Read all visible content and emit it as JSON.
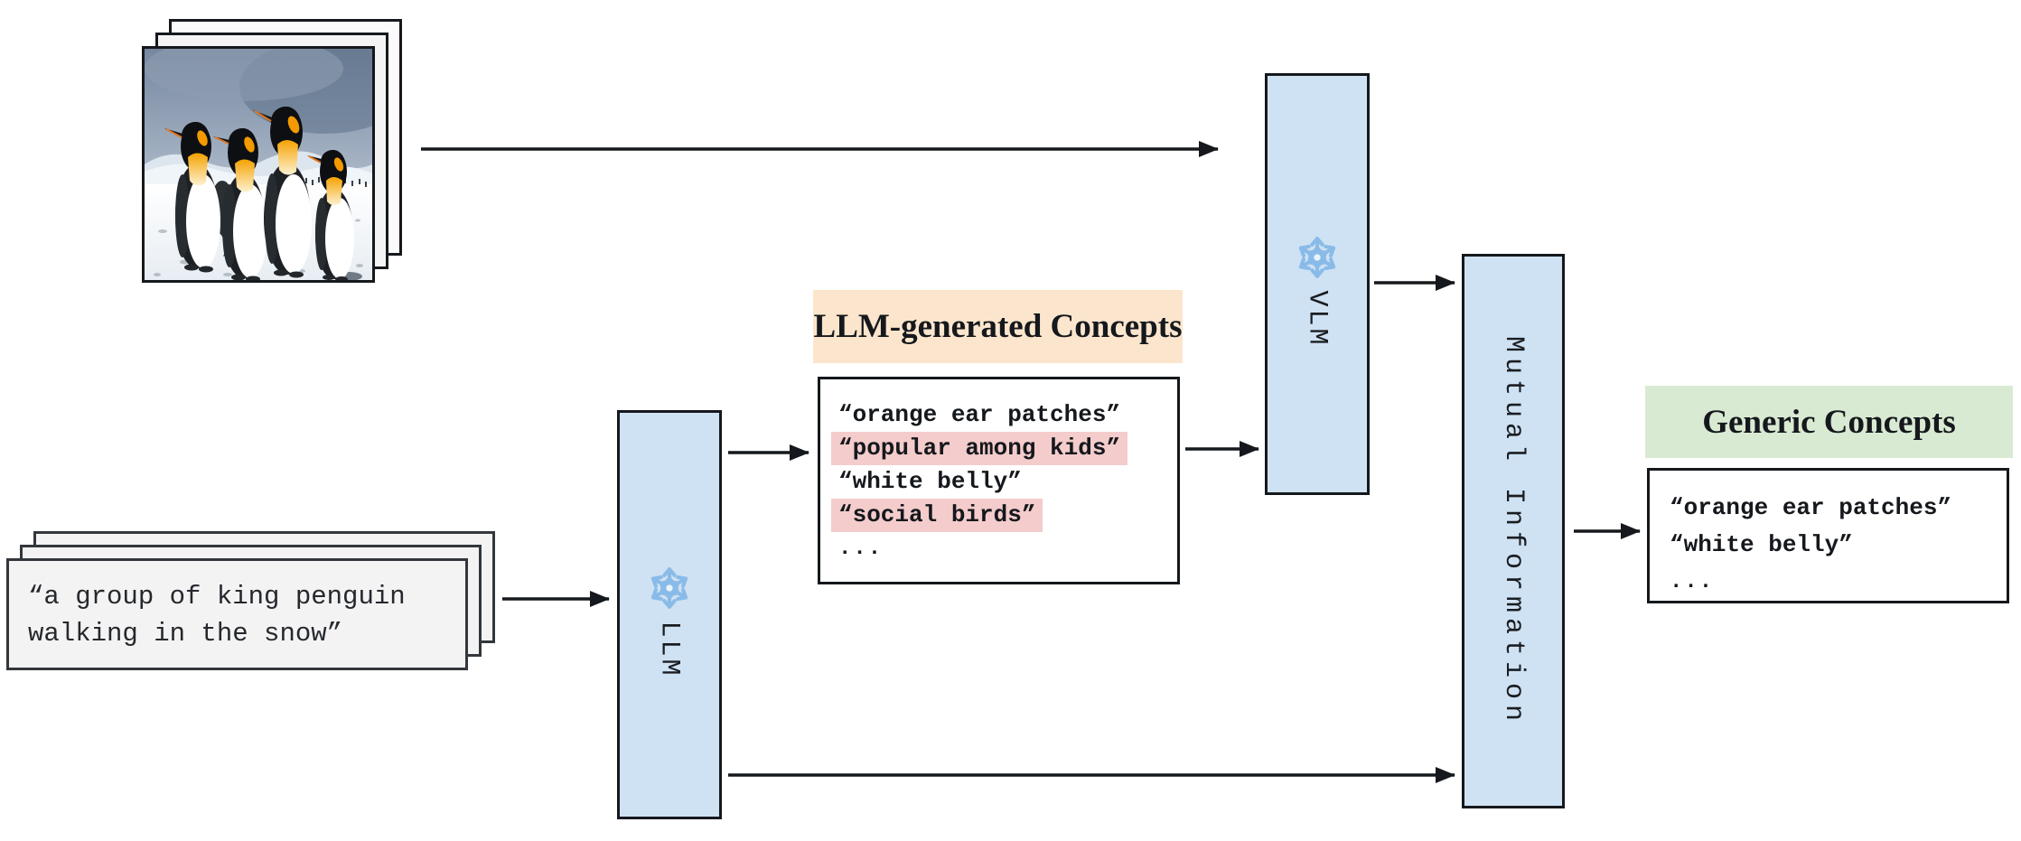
{
  "figure": {
    "image_stack": {
      "alt": "four king penguins walking in snow",
      "sheet_count": 3
    },
    "caption_stack": {
      "lines": [
        "“a group of king penguin",
        "walking in the snow”"
      ],
      "sheet_count": 3
    },
    "llm_box": {
      "label": "LLM",
      "icon": "snowflake (frozen model)"
    },
    "vlm_box": {
      "label": "VLM",
      "icon": "snowflake (frozen model)"
    },
    "mi_box": {
      "label": "Mutual Information"
    },
    "llm_concepts": {
      "title": "LLM-generated Concepts",
      "items": [
        {
          "text": "“orange ear patches”",
          "highlighted": false
        },
        {
          "text": "“popular among kids”",
          "highlighted": true
        },
        {
          "text": "“white belly”",
          "highlighted": false
        },
        {
          "text": "“social birds”",
          "highlighted": true
        },
        {
          "text": "...",
          "highlighted": false
        }
      ]
    },
    "generic_concepts": {
      "title": "Generic Concepts",
      "items": [
        {
          "text": "“orange ear patches”"
        },
        {
          "text": "“white belly”"
        },
        {
          "text": "..."
        }
      ]
    },
    "colors": {
      "model_box_fill": "#cfe2f3",
      "llm_header_fill": "#fce5cd",
      "generic_header_fill": "#d9ead3",
      "highlight_fill": "#f4cccc",
      "sheet_fill": "#f3f3f4",
      "arrow": "#15181c"
    }
  }
}
